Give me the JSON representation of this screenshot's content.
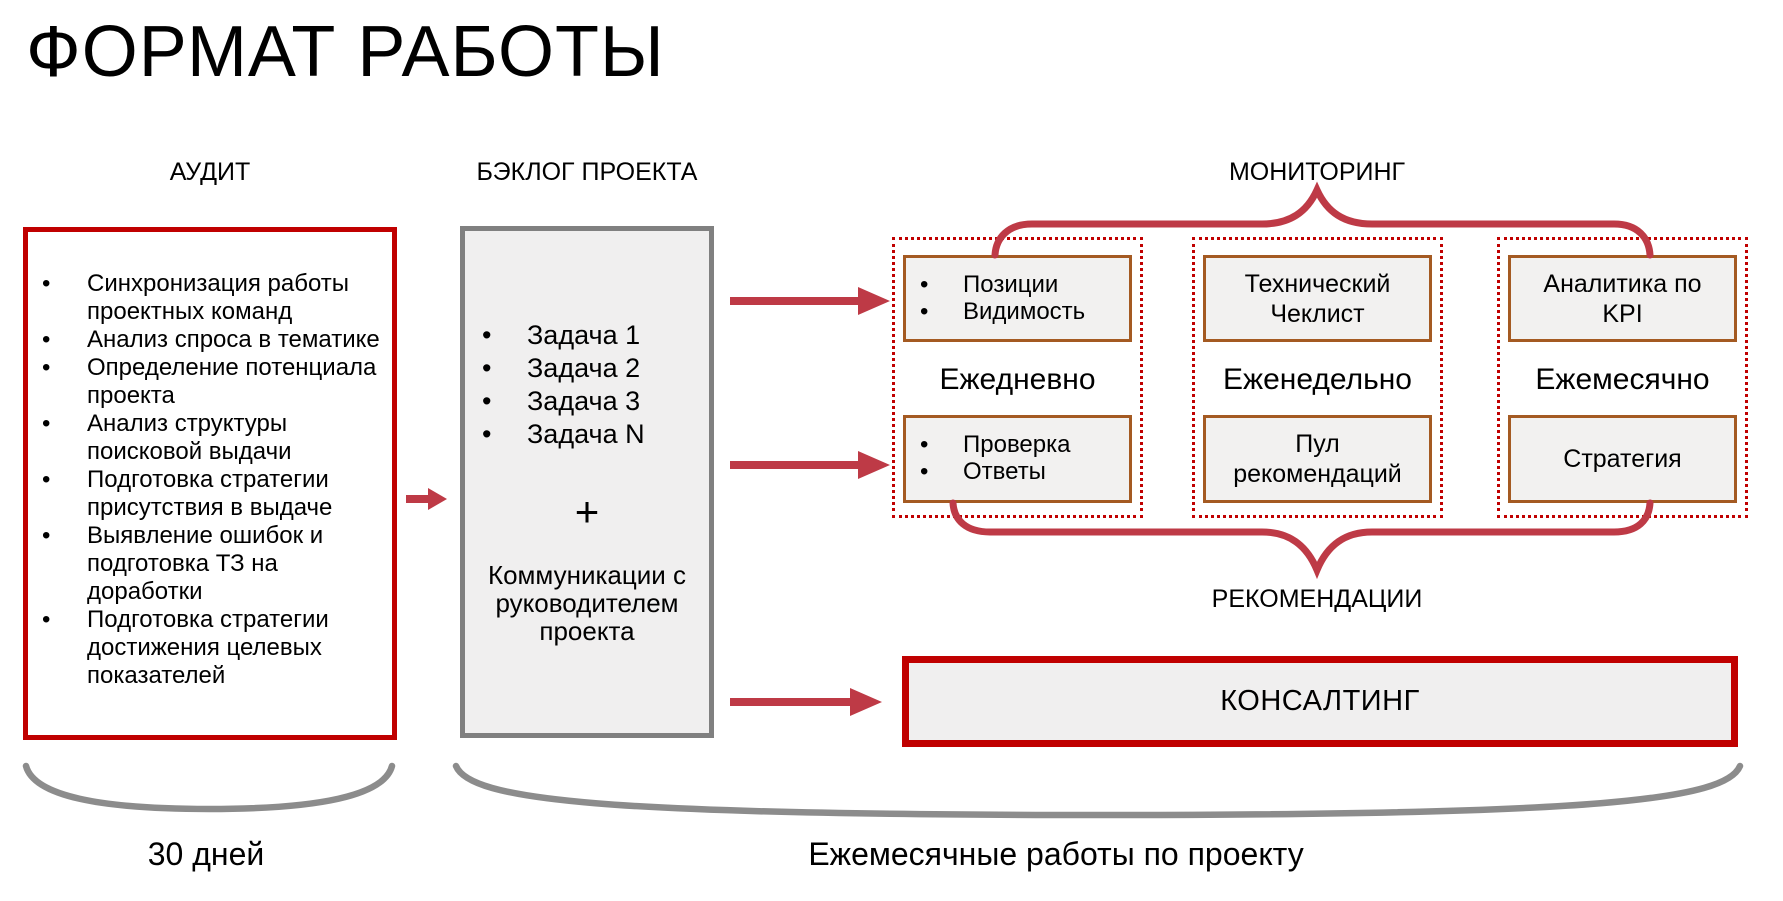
{
  "title": "ФОРМАТ РАБОТЫ",
  "colors": {
    "box_border_red": "#C00000",
    "arrow_brace_red": "#BE3A46",
    "backlog_border_gray": "#808080",
    "inner_box_border_brown": "#A45A22",
    "light_fill": "#F0EFEF",
    "bracket_gray": "#8C8C8C"
  },
  "audit": {
    "header": "АУДИТ",
    "items": [
      "Синхронизация работы проектных команд",
      "Анализ спроса в тематике",
      "Определение потенциала проекта",
      "Анализ структуры поисковой выдачи",
      "Подготовка стратегии присутствия в выдаче",
      "Выявление ошибок и подготовка ТЗ на доработки",
      "Подготовка стратегии достижения целевых показателей"
    ],
    "duration_label": "30 дней"
  },
  "backlog": {
    "header": "БЭКЛОГ ПРОЕКТА",
    "tasks": [
      "Задача 1",
      "Задача 2",
      "Задача 3",
      "Задача N"
    ],
    "plus_label": "+",
    "communications": "Коммуникации с руководителем проекта"
  },
  "monitoring": {
    "header": "МОНИТОРИНГ",
    "columns": [
      {
        "top_items": [
          "Позиции",
          "Видимость"
        ],
        "frequency": "Ежедневно",
        "bottom_items": [
          "Проверка",
          "Ответы"
        ]
      },
      {
        "top_label": "Технический Чеклист",
        "frequency": "Еженедельно",
        "bottom_label": "Пул рекомендаций"
      },
      {
        "top_label": "Аналитика по KPI",
        "frequency": "Ежемесячно",
        "bottom_label": "Стратегия"
      }
    ],
    "recommendations_label": "РЕКОМЕНДАЦИИ"
  },
  "consulting": {
    "label": "КОНСАЛТИНГ"
  },
  "footer": {
    "monthly_label": "Ежемесячные работы по проекту"
  }
}
